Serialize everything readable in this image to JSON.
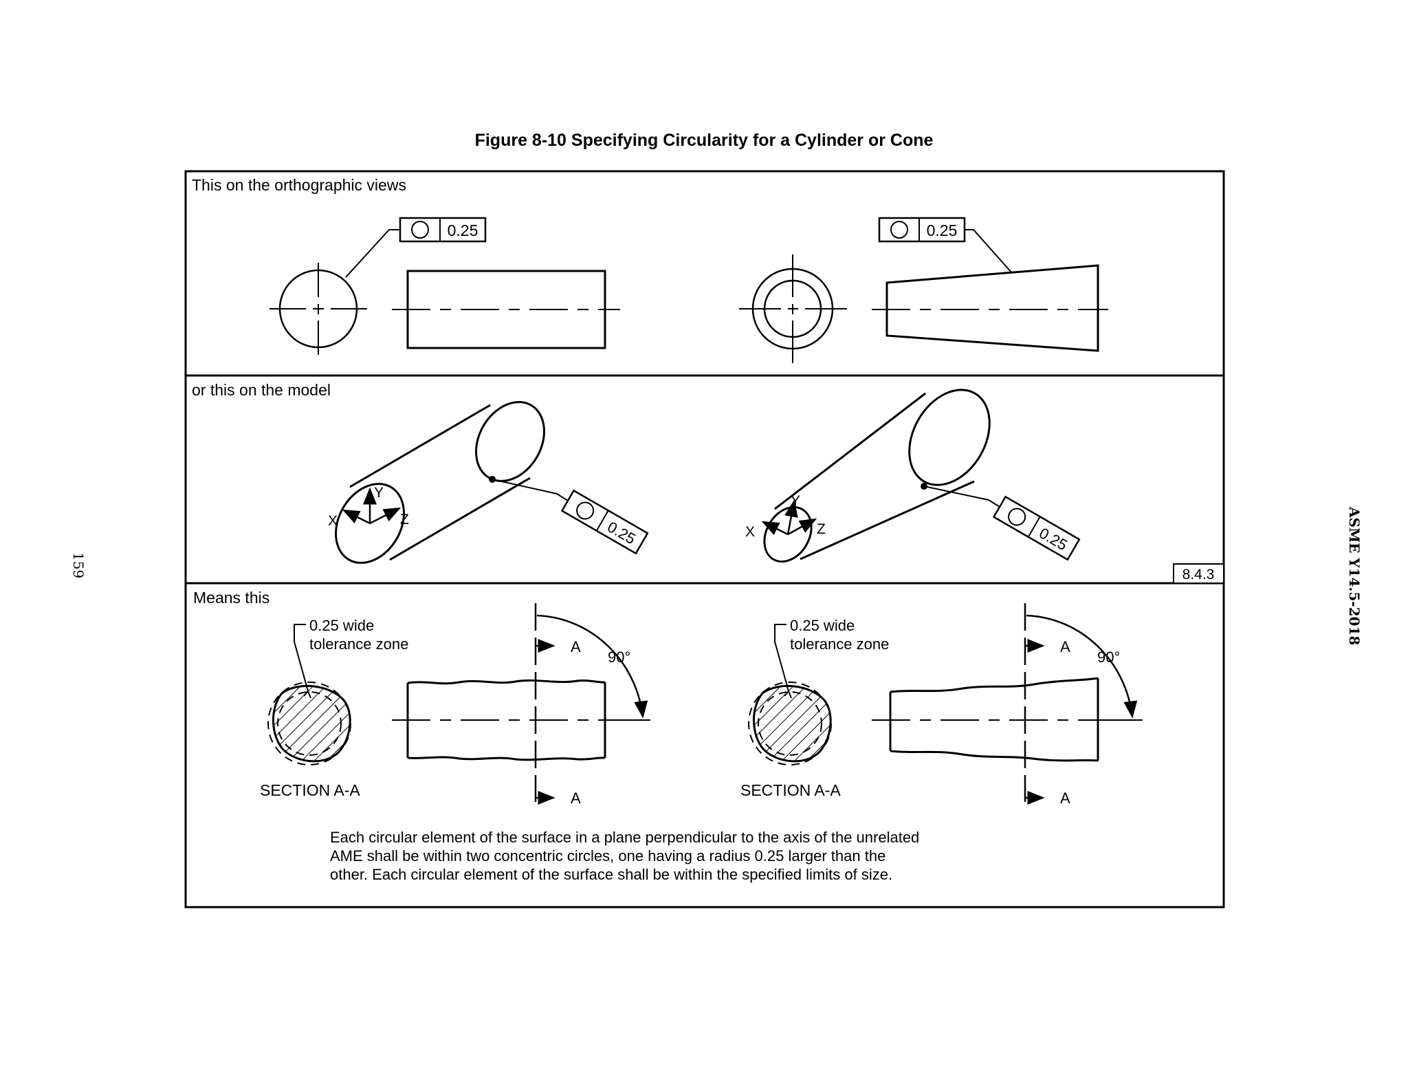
{
  "figure": {
    "title": "Figure 8-10 Specifying Circularity for a Cylinder or Cone",
    "page_number": "159",
    "standard": "ASME Y14.5-2018"
  },
  "panels": {
    "top_label": "This on the orthographic views",
    "middle_label": "or this on the model",
    "bottom_label": "Means this",
    "section_ref": "8.4.3"
  },
  "tolerance": {
    "value": "0.25",
    "symbol": "circularity-icon"
  },
  "meaning": {
    "zone_line1": "0.25 wide",
    "zone_line2": "tolerance zone",
    "section_label": "SECTION A-A",
    "cut_letter": "A",
    "angle": "90°",
    "axis_x": "X",
    "axis_y": "Y",
    "axis_z": "Z",
    "note_line1": "Each circular element of the surface in a plane perpendicular to the axis of the unrelated",
    "note_line2": "AME shall be within two concentric circles, one having a radius 0.25 larger than the",
    "note_line3": "other. Each circular element of the surface shall be within the specified limits of size."
  },
  "colors": {
    "ink": "#000000",
    "paper": "#ffffff"
  }
}
